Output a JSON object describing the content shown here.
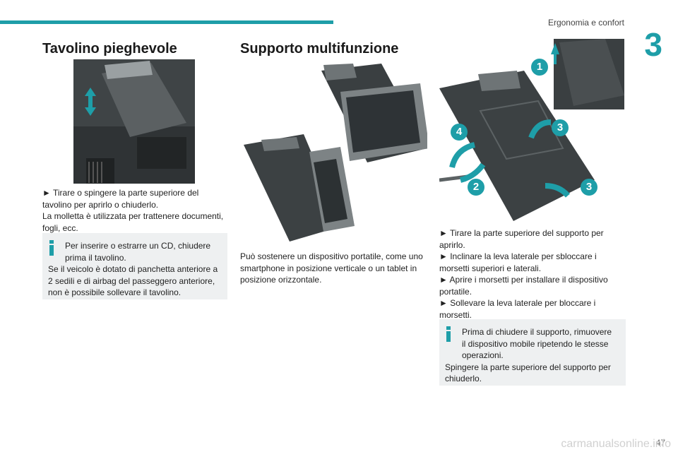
{
  "header": {
    "section": "Ergonomia e confort",
    "chapter": "3"
  },
  "left": {
    "title": "Tavolino pieghevole",
    "body": [
      "► Tirare o spingere la parte superiore del tavolino per aprirlo o chiuderlo.",
      "La molletta è utilizzata per trattenere documenti, fogli, ecc."
    ],
    "info": [
      "Per inserire o estrarre un CD, chiudere prima il tavolino.",
      "Se il veicolo è dotato di panchetta anteriore a 2 sedili e di airbag del passeggero anteriore, non è possibile sollevare il tavolino."
    ]
  },
  "middle": {
    "title": "Supporto multifunzione",
    "body": "Può sostenere un dispositivo portatile, come uno smartphone in posizione verticale o un tablet in posizione orizzontale."
  },
  "right": {
    "callouts": [
      "1",
      "2",
      "3",
      "3",
      "4"
    ],
    "body": [
      "► Tirare la parte superiore del supporto per aprirlo.",
      "► Inclinare la leva laterale per sbloccare i morsetti superiori e laterali.",
      "► Aprire i morsetti per installare il dispositivo portatile.",
      "► Sollevare la leva laterale per bloccare i morsetti."
    ],
    "info": [
      "Prima di chiudere il supporto, rimuovere il dispositivo mobile ripetendo le stesse operazioni.",
      "Spingere la parte superiore del supporto per chiuderlo."
    ]
  },
  "footer": {
    "page": "47",
    "watermark": "carmanualsonline.info"
  },
  "colors": {
    "accent": "#1e9ea8",
    "info_bg": "#eef0f1"
  }
}
